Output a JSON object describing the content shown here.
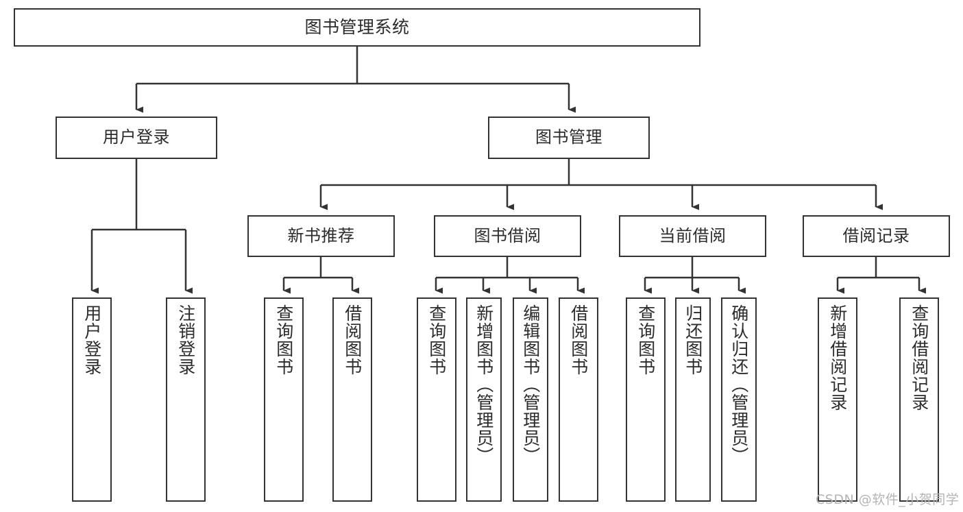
{
  "diagram": {
    "title": "图书管理系统",
    "watermark": "CSDN @软件_小贺同学",
    "stroke_color": "#333333",
    "text_color": "#2b2b2b",
    "background_color": "#ffffff"
  },
  "nodes": {
    "root": {
      "label": "图书管理系统"
    },
    "level1": [
      {
        "label": "用户登录"
      },
      {
        "label": "图书管理"
      }
    ],
    "level2": [
      {
        "label": "新书推荐"
      },
      {
        "label": "图书借阅"
      },
      {
        "label": "当前借阅"
      },
      {
        "label": "借阅记录"
      }
    ],
    "leaves": {
      "user_login": [
        {
          "label": "用户登录"
        },
        {
          "label": "注销登录"
        }
      ],
      "new_book": [
        {
          "label": "查询图书"
        },
        {
          "label": "借阅图书"
        }
      ],
      "book_borrow": [
        {
          "label": "查询图书"
        },
        {
          "label": "新增图书（管理员）"
        },
        {
          "label": "编辑图书（管理员）"
        },
        {
          "label": "借阅图书"
        }
      ],
      "current_borrow": [
        {
          "label": "查询图书"
        },
        {
          "label": "归还图书"
        },
        {
          "label": "确认归还（管理员）"
        }
      ],
      "borrow_record": [
        {
          "label": "新增借阅记录"
        },
        {
          "label": "查询借阅记录"
        }
      ]
    }
  }
}
